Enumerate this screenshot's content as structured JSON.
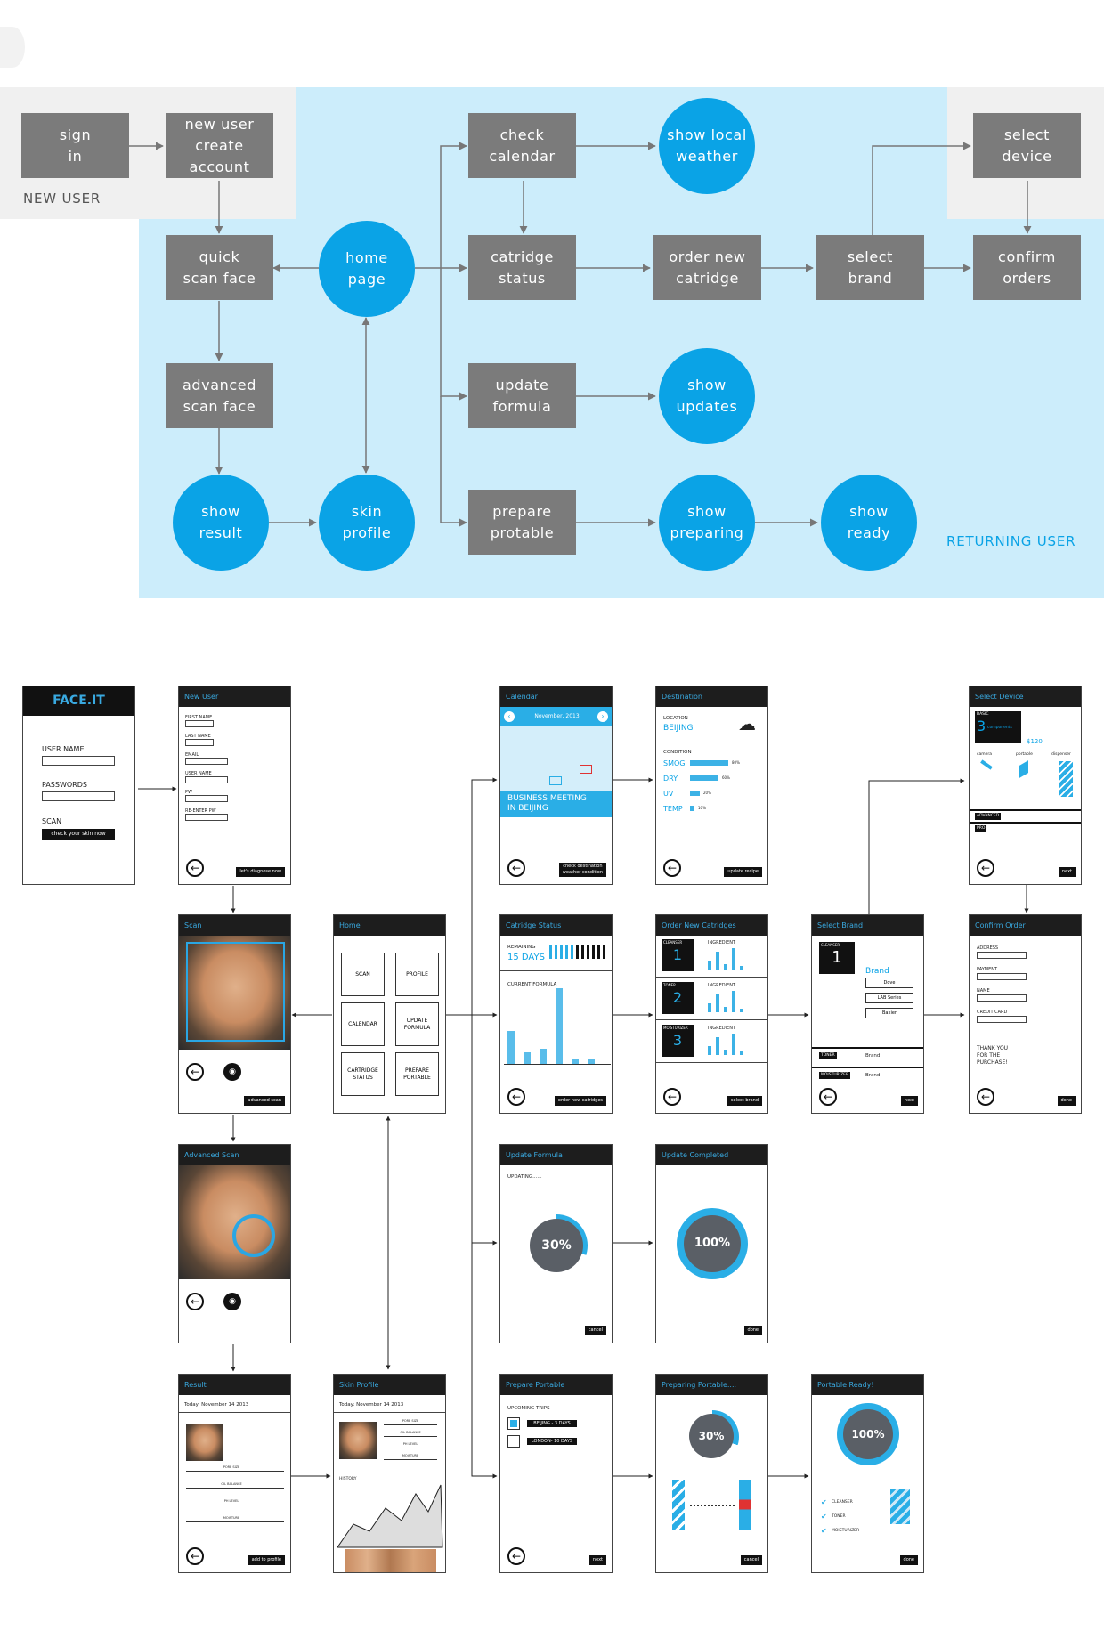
{
  "flow": {
    "group_new_user": "NEW USER",
    "group_returning_user": "RETURNING USER",
    "sign_in": "sign\nin",
    "new_user": "new user\ncreate account",
    "quick_scan": "quick\nscan face",
    "advanced_scan": "advanced\nscan face",
    "show_result": "show\nresult",
    "skin_profile": "skin\nprofile",
    "home_page": "home\npage",
    "check_calendar": "check\ncalendar",
    "show_weather": "show local\nweather",
    "cartridge_status": "catridge\nstatus",
    "order_cartridge": "order new\ncatridge",
    "select_brand": "select\nbrand",
    "confirm_orders": "confirm\norders",
    "select_device": "select\ndevice",
    "update_formula": "update\nformula",
    "show_updates": "show\nupdates",
    "prepare_portable": "prepare\nprotable",
    "show_preparing": "show\npreparing",
    "show_ready": "show\nready"
  },
  "screens": {
    "login": {
      "logo": "FACE.IT",
      "username": "USER NAME",
      "password": "PASSWORDS",
      "scan": "SCAN",
      "button": "check your skin now"
    },
    "new_user": {
      "title": "New User",
      "fields": [
        "FIRST NAME",
        "LAST NAME",
        "EMAIL",
        "USER NAME",
        "PW",
        "RE-ENTER PW"
      ],
      "button": "let's diagnose now"
    },
    "scan": {
      "title": "Scan",
      "button": "advanced scan"
    },
    "advanced_scan": {
      "title": "Advanced Scan"
    },
    "result": {
      "title": "Result",
      "date": "Today: November 14 2013",
      "metrics": [
        "PORE SIZE",
        "OIL BALANCE",
        "PH LEVEL",
        "MOISTURE"
      ],
      "button": "add to profile"
    },
    "skin_profile": {
      "title": "Skin Profile",
      "date": "Today: November 14 2013",
      "metrics": [
        "PORE SIZE",
        "OIL BALANCE",
        "PH LEVEL",
        "MOISTURE"
      ],
      "history": "HISTORY"
    },
    "home": {
      "title": "Home",
      "tiles": [
        "SCAN",
        "PROFILE",
        "CALENDAR",
        "UPDATE\nFORMULA",
        "CARTRIDGE\nSTATUS",
        "PREPARE\nPORTABLE"
      ]
    },
    "calendar": {
      "title": "Calendar",
      "month": "November, 2013",
      "event": "BUSINESS MEETING\nIN BEIJING",
      "button": "check destination\nweather condition"
    },
    "destination": {
      "title": "Destination",
      "location_label": "LOCATION",
      "location": "BEIJING",
      "condition_label": "CONDITION",
      "conditions": [
        {
          "name": "SMOG",
          "value": "80%",
          "level": 0.8
        },
        {
          "name": "DRY",
          "value": "60%",
          "level": 0.6
        },
        {
          "name": "UV",
          "value": "20%",
          "level": 0.2
        },
        {
          "name": "TEMP",
          "value": "10%",
          "level": 0.1
        }
      ],
      "button": "update recipe"
    },
    "cartridge_status": {
      "title": "Catridge Status",
      "remaining_label": "REMAINING",
      "remaining": "15 DAYS",
      "formula_label": "CURRENT FORMULA",
      "button": "order new catridges"
    },
    "order": {
      "title": "Order New Catridges",
      "items": [
        {
          "name": "CLEANSER",
          "num": "1"
        },
        {
          "name": "TONER",
          "num": "2"
        },
        {
          "name": "MOISTURIZER",
          "num": "3"
        }
      ],
      "ingredient": "INGREDIENT",
      "button": "select brand"
    },
    "select_brand": {
      "title": "Select Brand",
      "cleanser": "CLEANSER",
      "num": "1",
      "brand": "Brand",
      "options": [
        "Dove",
        "LAB Series",
        "Baxier"
      ],
      "toner": "TONER",
      "moisturizer": "MOISTURIZER",
      "brand2": "Brand",
      "brand3": "Brand",
      "button": "next"
    },
    "select_device": {
      "title": "Select Device",
      "tier": "BASIC",
      "count": "3",
      "components": "components",
      "price": "$120",
      "parts": [
        "camera",
        "portable",
        "dispenser"
      ],
      "advanced": "ADVANCED",
      "pro": "PRO",
      "button": "next"
    },
    "confirm_order": {
      "title": "Confirm Order",
      "fields": [
        "ADDRESS",
        "PAYMENT",
        "NAME",
        "CREDIT CARD"
      ],
      "thanks": "THANK YOU\nFOR THE\nPURCHASE!",
      "button": "done"
    },
    "update_formula": {
      "title": "Update Formula",
      "status": "UPDATING......",
      "pct": "30%",
      "button": "cancel"
    },
    "update_completed": {
      "title": "Update Completed",
      "pct": "100%",
      "button": "done"
    },
    "prepare_portable": {
      "title": "Prepare Portable",
      "trips_label": "UPCOMING TRIPS",
      "trips": [
        "BEIJING - 3 DAYS",
        "LONDON- 10 DAYS"
      ],
      "button": "next"
    },
    "preparing": {
      "title": "Preparing Portable....",
      "pct": "30%",
      "button": "cancel"
    },
    "ready": {
      "title": "Portable Ready!",
      "pct": "100%",
      "items": [
        "CLEANSER",
        "TONER",
        "MOISTURIZER"
      ],
      "button": "done"
    }
  }
}
